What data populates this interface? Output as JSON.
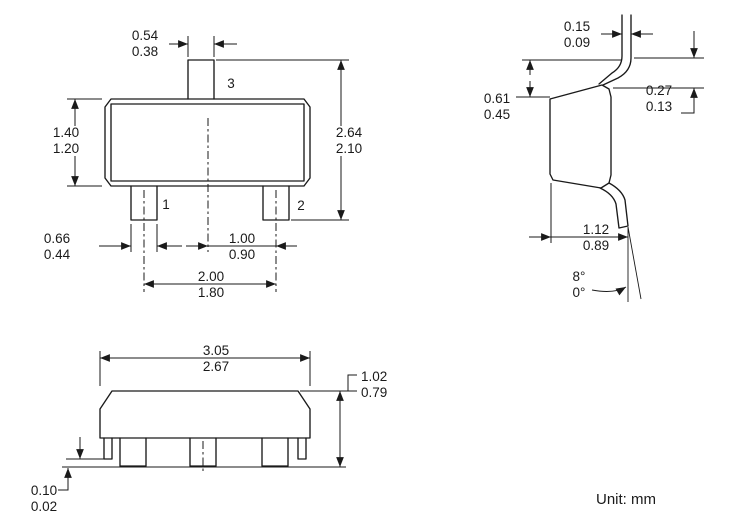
{
  "unit_label": "Unit: mm",
  "front_view": {
    "pin3_width_max": "0.54",
    "pin3_width_min": "0.38",
    "body_height_max": "1.40",
    "body_height_min": "1.20",
    "overall_height_max": "2.64",
    "overall_height_min": "2.10",
    "lead_width_max": "0.66",
    "lead_width_min": "0.44",
    "half_pitch_max": "1.00",
    "half_pitch_min": "0.90",
    "pitch_max": "2.00",
    "pitch_min": "1.80",
    "pin1_label": "1",
    "pin2_label": "2",
    "pin3_label": "3"
  },
  "side_view": {
    "lead_thickness_max": "0.15",
    "lead_thickness_min": "0.09",
    "shoulder_height_max": "0.61",
    "shoulder_height_min": "0.45",
    "lead_length_max": "0.27",
    "lead_length_min": "0.13",
    "body_depth_max": "1.12",
    "body_depth_min": "0.89",
    "foot_angle_max": "8°",
    "foot_angle_min": "0°"
  },
  "bottom_view": {
    "body_length_max": "3.05",
    "body_length_min": "2.67",
    "body_height_max": "1.02",
    "body_height_min": "0.79",
    "standoff_max": "0.10",
    "standoff_min": "0.02"
  }
}
